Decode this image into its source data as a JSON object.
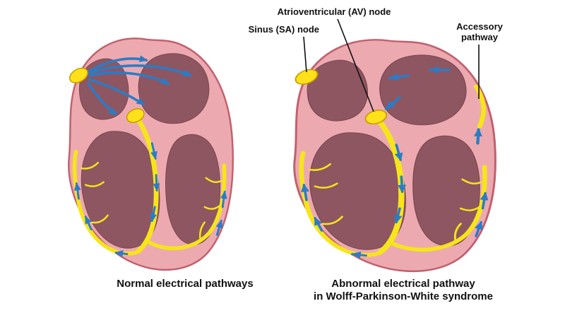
{
  "figure": {
    "type": "medical-diagram",
    "subject": "Heart electrical conduction comparison",
    "labels": {
      "av_node": "Atrioventricular (AV) node",
      "sa_node": "Sinus (SA) node",
      "accessory_line1": "Accessory",
      "accessory_line2": "pathway"
    },
    "captions": {
      "left": "Normal electrical pathways",
      "right_line1": "Abnormal electrical pathway",
      "right_line2": "in Wolff-Parkinson-White syndrome"
    },
    "colors": {
      "heart_wall": "#ecaab0",
      "heart_outline": "#c2606e",
      "chamber": "#8e5661",
      "chamber_edge": "#7a4550",
      "pathway_yellow": "#f6e51a",
      "node_yellow": "#ffe11a",
      "node_edge": "#c99c00",
      "arrow_blue": "#2a7cc7",
      "label_text": "#111111"
    }
  }
}
